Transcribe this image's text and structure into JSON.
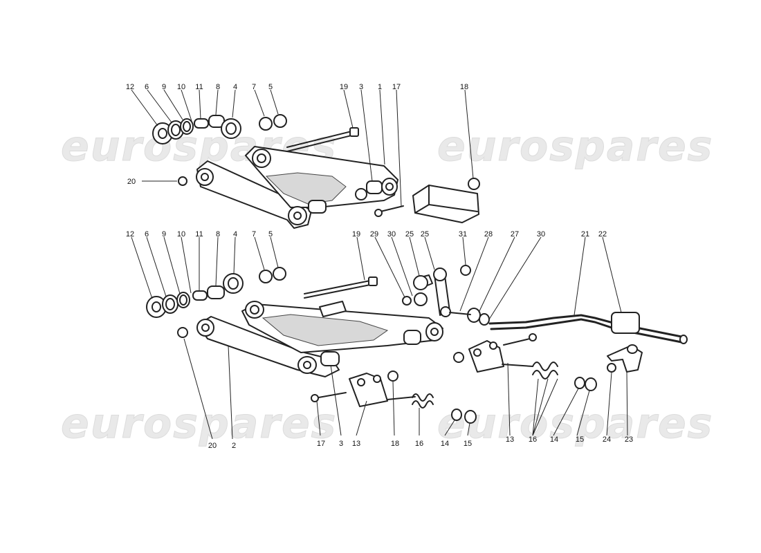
{
  "watermark": "eurospares",
  "labels": {
    "u12": "12",
    "u6": "6",
    "u9": "9",
    "u10": "10",
    "u11": "11",
    "u8": "8",
    "u4": "4",
    "u7": "7",
    "u5": "5",
    "u19": "19",
    "u3": "3",
    "u1": "1",
    "u17": "17",
    "u18": "18",
    "u20": "20",
    "l12": "12",
    "l6": "6",
    "l9": "9",
    "l10": "10",
    "l11": "11",
    "l8": "8",
    "l4": "4",
    "l7": "7",
    "l5": "5",
    "l19": "19",
    "l29": "29",
    "l30a": "30",
    "l25a": "25",
    "l25b": "25",
    "l31": "31",
    "l28": "28",
    "l27": "27",
    "l30b": "30",
    "l21": "21",
    "l22": "22",
    "b20": "20",
    "b2": "2",
    "b17": "17",
    "b3": "3",
    "b13a": "13",
    "b18": "18",
    "b16a": "16",
    "b14a": "14",
    "b15a": "15",
    "b13b": "13",
    "b16b": "16",
    "b14b": "14",
    "b15b": "15",
    "b24": "24",
    "b23": "23"
  }
}
